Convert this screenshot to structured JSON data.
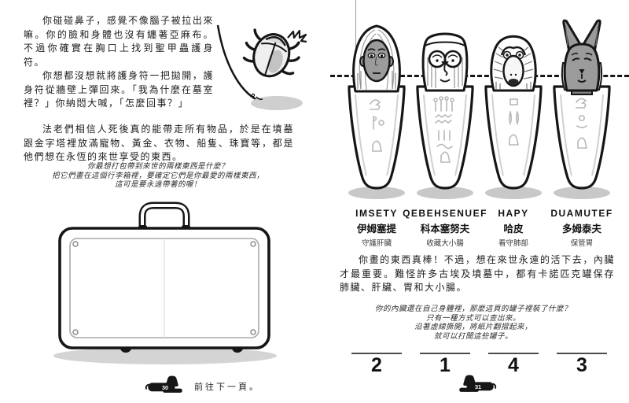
{
  "left_page": {
    "paragraphs": [
      "你碰碰鼻子，感覺不像腦子被拉出來嘛。你的臉和身體也沒有纏著亞麻布。不過你確實在胸口上找到聖甲蟲護身符。",
      "你想都沒想就將護身符一把拋開，護身符從牆壁上彈回來。「我為什麼在墓室裡？」你納悶大喊，「怎麼回事？」",
      "法老們相信人死後真的能帶走所有物品，於是在墳墓跟金字塔裡放滿寵物、黃金、衣物、船隻、珠寶等，都是他們想在永恆的來世享受的東西。"
    ],
    "note_lines": [
      "你最想打包帶到來世的兩樣東西是什麼？",
      "把它們畫在這個行李箱裡，要確定它們是你最愛的兩樣東西，",
      "這可是要永遠帶著的喔！"
    ],
    "page_number": "30",
    "footer_text": "前往下一頁。"
  },
  "right_page": {
    "jars": [
      {
        "name_en": "IMSETY",
        "name_zh": "伊姆塞提",
        "role": "守護肝臟",
        "head": "human-head",
        "number": "2"
      },
      {
        "name_en": "QEBEHSENUEF",
        "name_zh": "科本塞努夫",
        "role": "收藏大小腸",
        "head": "falcon-head",
        "number": "1"
      },
      {
        "name_en": "HAPY",
        "name_zh": "哈皮",
        "role": "看守肺部",
        "head": "baboon-head",
        "number": "4"
      },
      {
        "name_en": "DUAMUTEF",
        "name_zh": "多姆泰夫",
        "role": "保管胃",
        "head": "jackal-head",
        "number": "3"
      }
    ],
    "paragraph": "你畫的東西真棒！不過，想在來世永遠的活下去，內臟才最重要。難怪許多古埃及墳墓中，都有卡諾匹克罐保存肺臟、肝臟、胃和大小腸。",
    "note_lines": [
      "你的內臟還在自己身體裡，那麼這頁的罐子裡裝了什麼？",
      "只有一種方式可以查出來。",
      "沿著虛線撕開，將紙片翻摺起來，",
      "就可以打開這些罐子。"
    ],
    "page_number": "31"
  },
  "icons": {
    "scarab": "scarab-amulet-illustration",
    "suitcase": "suitcase-outline-drawing",
    "sphinx": "sphinx-page-marker"
  },
  "colors": {
    "ink": "#161616",
    "gray_skin": "#9b9b9b",
    "shadow": "#cbcbcb",
    "hieroglyph": "#b8b8b8"
  }
}
